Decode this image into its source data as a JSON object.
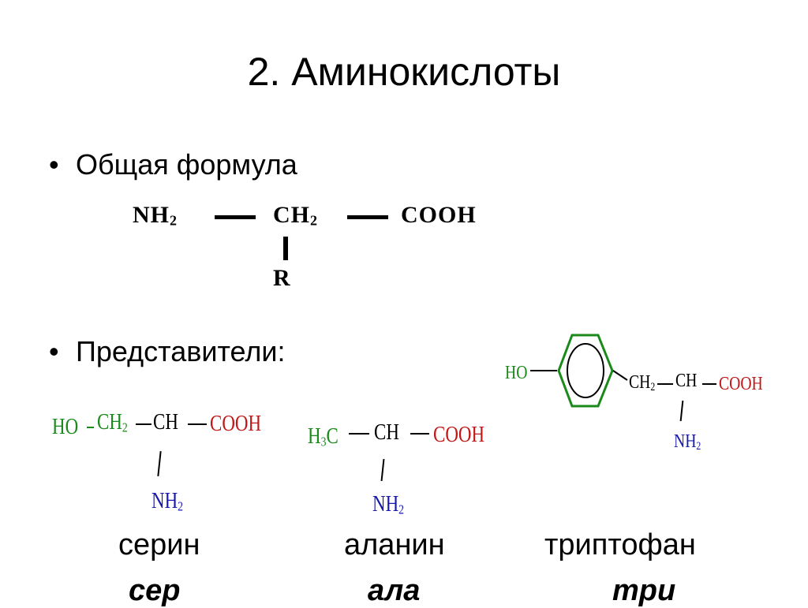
{
  "title": "2. Аминокислоты",
  "bullets": {
    "general": "Общая формула",
    "representatives": "Представители:",
    "mark": "•"
  },
  "general_formula": {
    "nh2": "NH",
    "sub2": "2",
    "ch2": "CH",
    "cooh": "COOH",
    "r": "R"
  },
  "serine": {
    "ho": "HO",
    "ch2": "CH",
    "sub2": "2",
    "ch": "CH",
    "cooh": "COOH",
    "nh2": "NH",
    "name": "серин",
    "abbr": "сер"
  },
  "alanine": {
    "h3c_h": "H",
    "h3c_3": "3",
    "h3c_c": "C",
    "ch": "CH",
    "cooh": "COOH",
    "nh2": "NH",
    "sub2": "2",
    "name": "аланин",
    "abbr": "ала"
  },
  "tryptophan": {
    "ho": "HO",
    "ch2": "CH",
    "sub2": "2",
    "ch": "CH",
    "cooh": "COOH",
    "nh2": "NH",
    "name": "триптофан",
    "abbr": "три"
  },
  "colors": {
    "green": "#1a8a1a",
    "red": "#c01818",
    "blue": "#1818b0",
    "ring": "#1a8a1a"
  }
}
